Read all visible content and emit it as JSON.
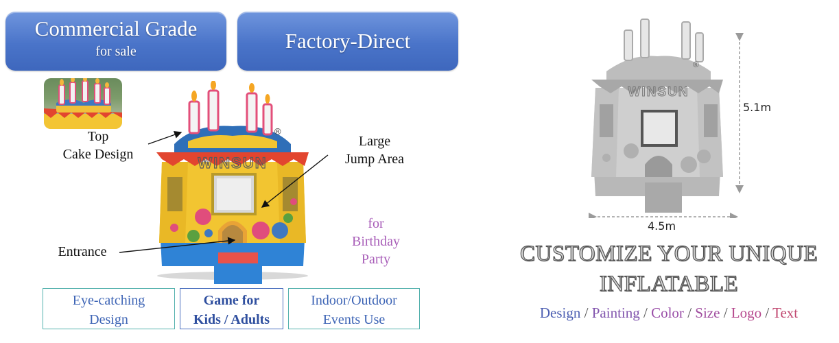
{
  "banners": {
    "commercial": {
      "line1": "Commercial Grade",
      "line2": "for sale"
    },
    "factory": "Factory-Direct"
  },
  "brand": {
    "logo_text": "WINSUN",
    "registered_mark": "®"
  },
  "labels": {
    "top_cake": [
      "Top",
      "Cake Design"
    ],
    "large_jump": [
      "Large",
      "Jump Area"
    ],
    "entrance": "Entrance",
    "birthday": [
      "for",
      "Birthday",
      "Party"
    ]
  },
  "features": [
    {
      "lines": [
        "Eye-catching",
        "Design"
      ]
    },
    {
      "lines": [
        "Game for",
        "Kids / Adults"
      ]
    },
    {
      "lines": [
        "Indoor/Outdoor",
        "Events Use"
      ]
    }
  ],
  "dimensions": {
    "height": "5.1m",
    "width": "4.5m"
  },
  "customize": {
    "line1": "CUSTOMIZE YOUR UNIQUE",
    "line2": "INFLATABLE",
    "options": [
      {
        "text": "Design",
        "color": "#4d5fb2"
      },
      {
        "text": "Painting",
        "color": "#8154ad"
      },
      {
        "text": "Color",
        "color": "#9a4fa8"
      },
      {
        "text": "Size",
        "color": "#a04d9f"
      },
      {
        "text": "Logo",
        "color": "#b64a8e"
      },
      {
        "text": "Text",
        "color": "#c14770"
      }
    ],
    "separator": " / "
  },
  "colors": {
    "banner_blue": "#4a74c9",
    "feature_border": "#53b1ad",
    "feature_text": "#3d64b5",
    "birthday_text": "#a85db8"
  }
}
